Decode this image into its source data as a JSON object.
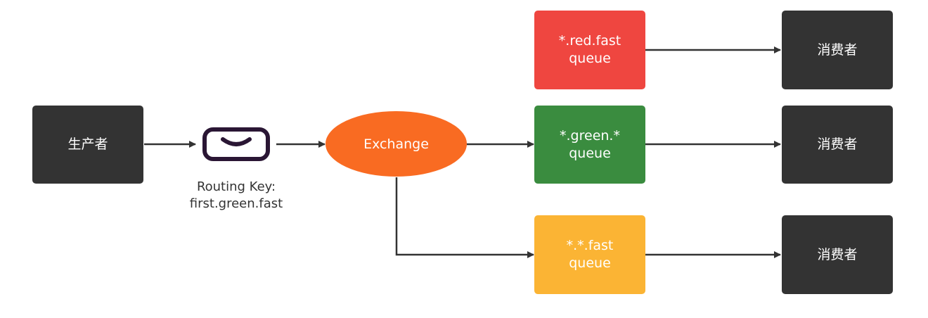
{
  "producer": {
    "label": "生产者"
  },
  "message": {
    "icon": "envelope-icon",
    "routing_key_label": "Routing Key:",
    "routing_key_value": "first.green.fast"
  },
  "exchange": {
    "label": "Exchange",
    "color": "#F96B22"
  },
  "queues": [
    {
      "line1": "*.red.fast",
      "line2": "queue",
      "color": "#EF4640"
    },
    {
      "line1": "*.green.*",
      "line2": "queue",
      "color": "#3A8C3F"
    },
    {
      "line1": "*.*.fast",
      "line2": "queue",
      "color": "#FBB434"
    }
  ],
  "consumers": [
    {
      "label": "消费者"
    },
    {
      "label": "消费者"
    },
    {
      "label": "消费者"
    }
  ],
  "colors": {
    "dark_box": "#333333",
    "arrow": "#333333",
    "envelope_stroke": "#2A1634"
  }
}
